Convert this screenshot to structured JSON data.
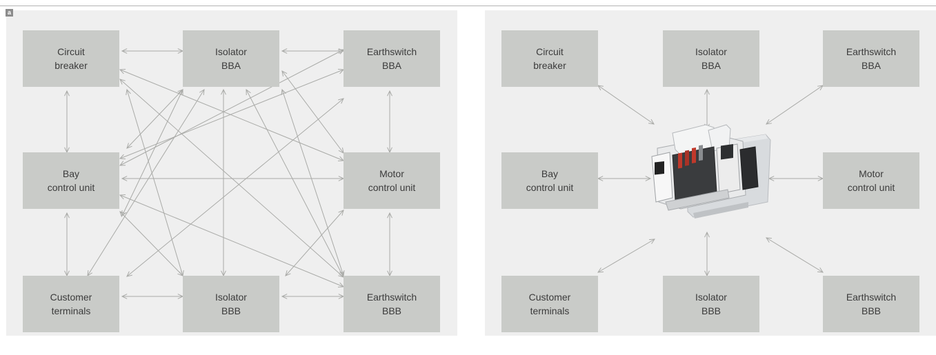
{
  "figure_label": "a",
  "colors": {
    "panel_bg": "#efefef",
    "node_bg": "#c9cbc8",
    "node_text": "#3b3b3b",
    "arrow": "#a9aaa7"
  },
  "panel_a": {
    "nodes": {
      "circuit_breaker": {
        "line1": "Circuit",
        "line2": "breaker"
      },
      "isolator_bba": {
        "line1": "Isolator",
        "line2": "BBA"
      },
      "earthswitch_bba": {
        "line1": "Earthswitch",
        "line2": "BBA"
      },
      "bay_control_unit": {
        "line1": "Bay",
        "line2": "control unit"
      },
      "motor_control_unit": {
        "line1": "Motor",
        "line2": "control unit"
      },
      "customer_terminals": {
        "line1": "Customer",
        "line2": "terminals"
      },
      "isolator_bbb": {
        "line1": "Isolator",
        "line2": "BBB"
      },
      "earthswitch_bbb": {
        "line1": "Earthswitch",
        "line2": "BBB"
      }
    }
  },
  "panel_b": {
    "nodes": {
      "circuit_breaker": {
        "line1": "Circuit",
        "line2": "breaker"
      },
      "isolator_bba": {
        "line1": "Isolator",
        "line2": "BBA"
      },
      "earthswitch_bba": {
        "line1": "Earthswitch",
        "line2": "BBA"
      },
      "bay_control_unit": {
        "line1": "Bay",
        "line2": "control unit"
      },
      "motor_control_unit": {
        "line1": "Motor",
        "line2": "control unit"
      },
      "customer_terminals": {
        "line1": "Customer",
        "line2": "terminals"
      },
      "isolator_bbb": {
        "line1": "Isolator",
        "line2": "BBB"
      },
      "earthswitch_bbb": {
        "line1": "Earthswitch",
        "line2": "BBB"
      }
    },
    "center_device": "control-module-image"
  }
}
